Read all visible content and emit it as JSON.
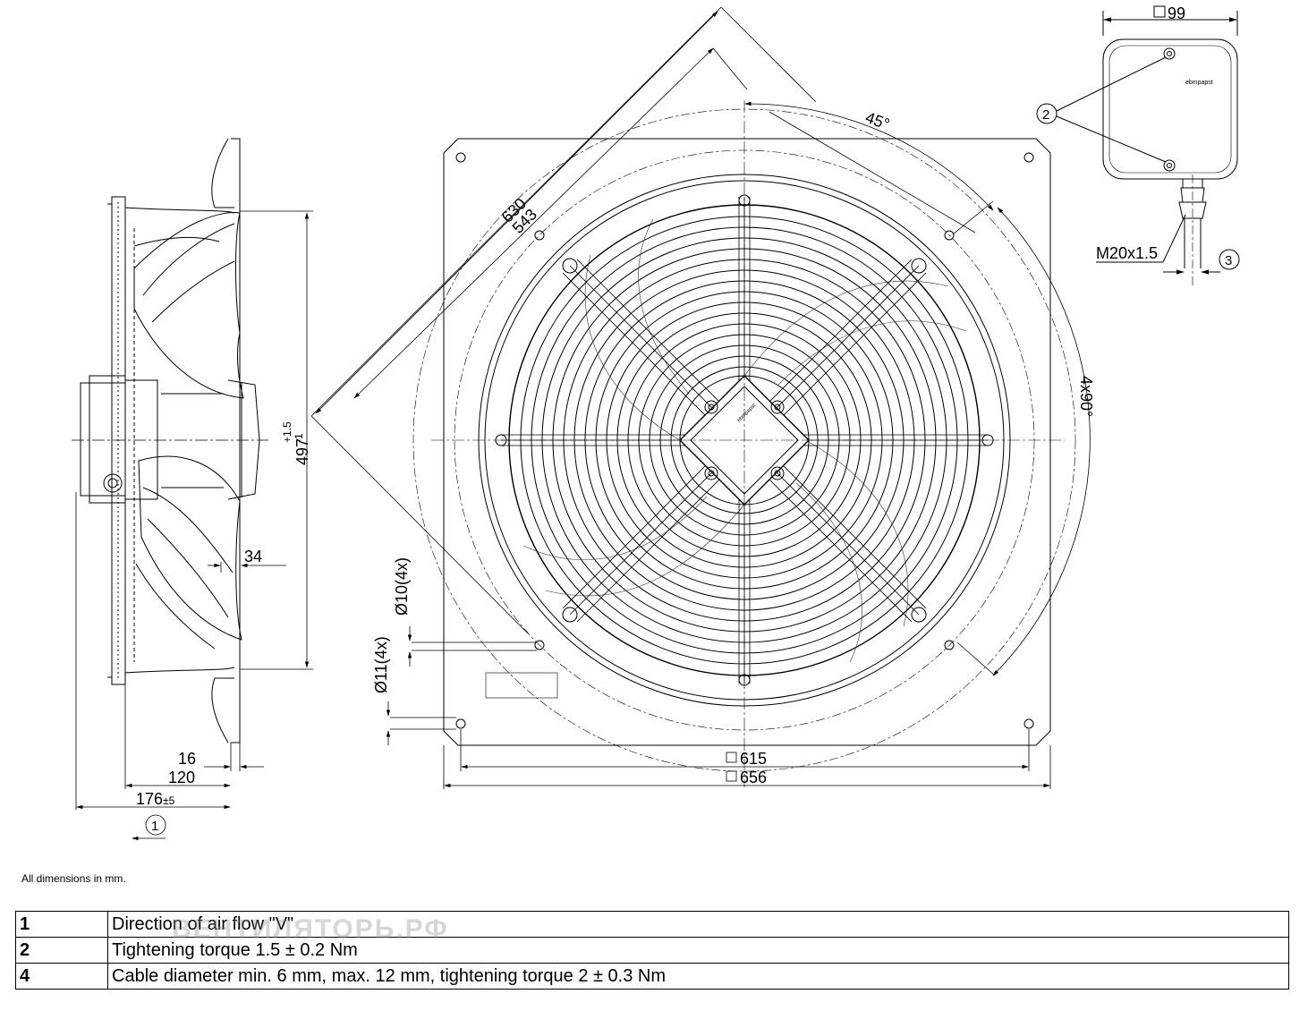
{
  "dims": {
    "outer_diag": "630",
    "inner_diag": "543",
    "angle_45": "45°",
    "angle_4x90": "4x90°",
    "height_497": "497",
    "tol_plus": "+1.5",
    "tol_minus": "-1",
    "d34": "34",
    "d16": "16",
    "d120": "120",
    "d176": "176",
    "d176_tol": "±5",
    "hole_10": "Ø10(4x)",
    "hole_11": "Ø11(4x)",
    "w615": "615",
    "w656": "656",
    "box99": "99",
    "thread": "M20x1.5"
  },
  "callouts": {
    "c1": "1",
    "c2": "2",
    "c3": "3"
  },
  "brand_label": "ebmpapst",
  "note": "All dimensions in mm.",
  "watermark": "ВЕНТИЛЯТОРЬ.РФ",
  "legend": [
    {
      "num": "1",
      "text": "Direction of air flow \"V\""
    },
    {
      "num": "2",
      "text": "Tightening torque 1.5 ± 0.2 Nm"
    },
    {
      "num": "4",
      "text": "Cable diameter min. 6 mm, max. 12 mm, tightening torque 2 ± 0.3 Nm"
    }
  ]
}
